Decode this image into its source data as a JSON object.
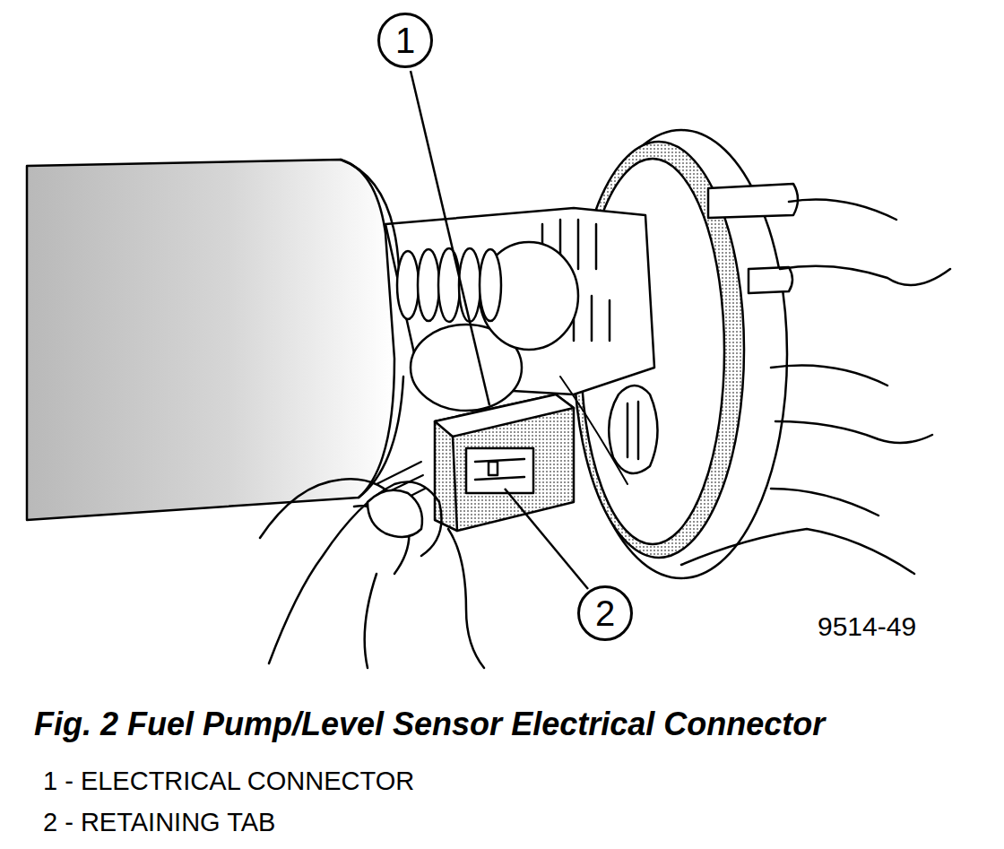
{
  "diagram": {
    "caption": "Fig. 2 Fuel Pump/Level Sensor Electrical Connector",
    "nodes": [
      {
        "text": [
          "1"
        ]
      },
      {
        "text": [
          "2"
        ]
      }
    ],
    "labels": [
      "9514-49",
      "1 - ELECTRICAL CONNECTOR",
      "2 - RETAINING TAB"
    ]
  }
}
